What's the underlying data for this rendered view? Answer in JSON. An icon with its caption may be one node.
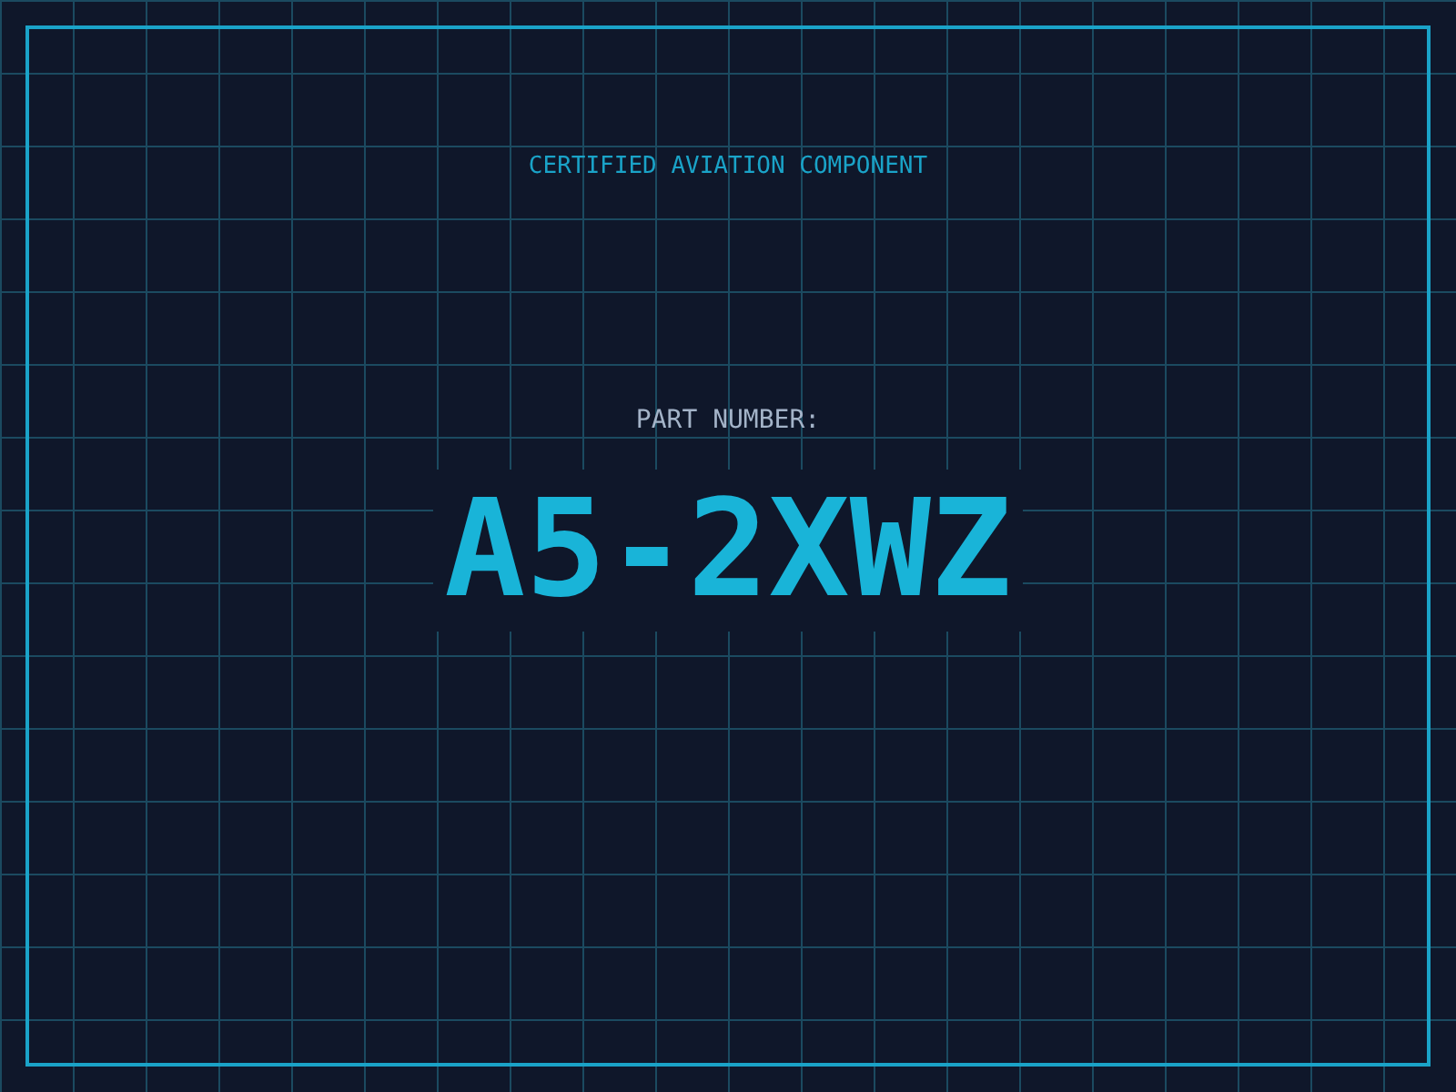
{
  "diagram": {
    "labels": [
      "CERTIFIED AVIATION COMPONENT",
      "PART NUMBER:",
      "A5-2XWZ"
    ]
  }
}
